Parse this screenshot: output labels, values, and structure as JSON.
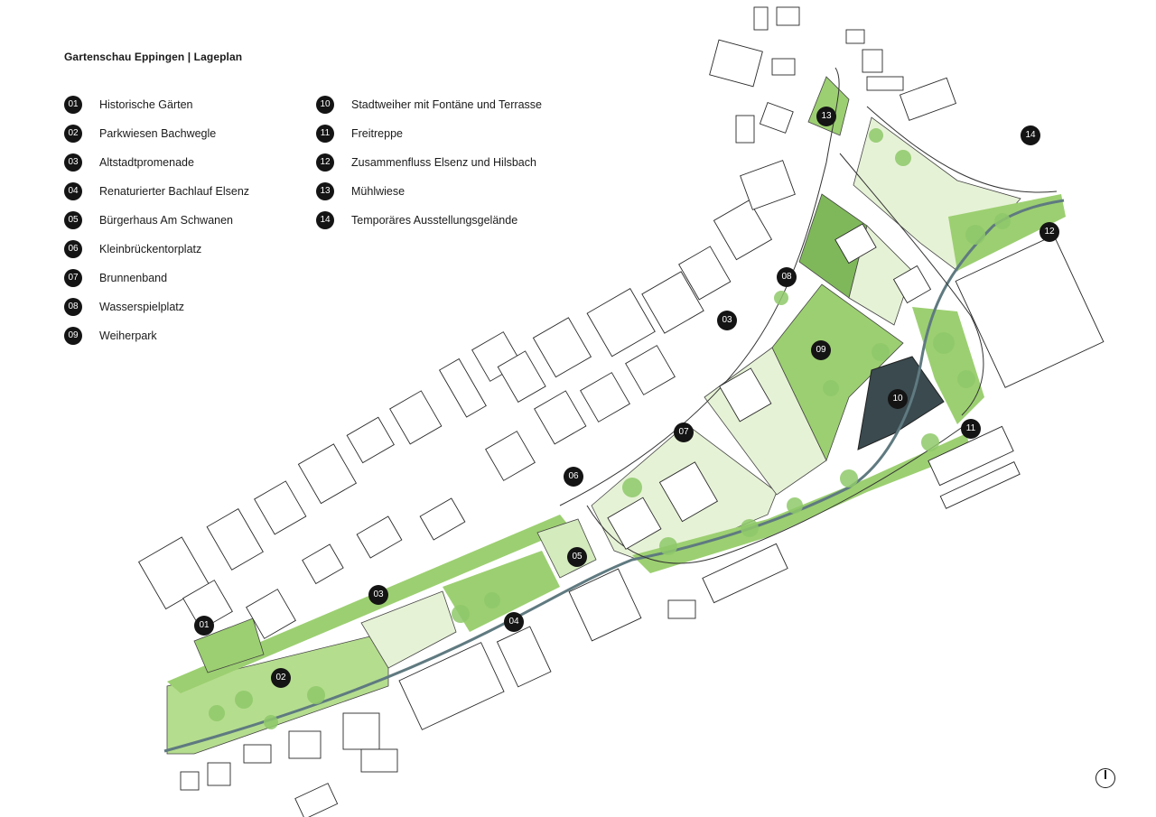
{
  "title": "Gartenschau Eppingen | Lageplan",
  "legend": [
    {
      "num": "01",
      "label": "Historische Gärten"
    },
    {
      "num": "02",
      "label": "Parkwiesen Bachwegle"
    },
    {
      "num": "03",
      "label": "Altstadtpromenade"
    },
    {
      "num": "04",
      "label": "Renaturierter Bachlauf Elsenz"
    },
    {
      "num": "05",
      "label": "Bürgerhaus Am Schwanen"
    },
    {
      "num": "06",
      "label": "Kleinbrückentorplatz"
    },
    {
      "num": "07",
      "label": "Brunnenband"
    },
    {
      "num": "08",
      "label": "Wasserspielplatz"
    },
    {
      "num": "09",
      "label": "Weiherpark"
    },
    {
      "num": "10",
      "label": "Stadtweiher mit Fontäne und Terrasse"
    },
    {
      "num": "11",
      "label": "Freitreppe"
    },
    {
      "num": "12",
      "label": "Zusammenfluss Elsenz und Hilsbach"
    },
    {
      "num": "13",
      "label": "Mühlwiese"
    },
    {
      "num": "14",
      "label": "Temporäres Ausstellungsgelände"
    }
  ],
  "map_markers": [
    "01",
    "02",
    "03",
    "03",
    "04",
    "05",
    "06",
    "07",
    "08",
    "09",
    "10",
    "11",
    "12",
    "13",
    "14"
  ],
  "colors": {
    "park_light": "#e6f2d6",
    "park_mid": "#b5dd8e",
    "park_dark": "#7fb85a",
    "water": "#3a4a4f",
    "building_outline": "#2a2a2a",
    "badge": "#141414"
  },
  "icons": {
    "north_arrow": "north-arrow-icon"
  }
}
